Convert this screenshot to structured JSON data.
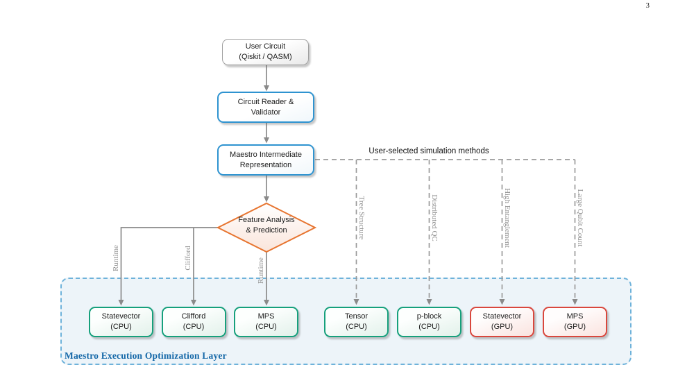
{
  "page_number": "3",
  "flow": {
    "user_circuit": {
      "line1": "User Circuit",
      "line2": "(Qiskit / QASM)"
    },
    "reader": {
      "line1": "Circuit Reader &",
      "line2": "Validator"
    },
    "ir": {
      "line1": "Maestro Intermediate",
      "line2": "Representation"
    },
    "decision": {
      "line1": "Feature Analysis",
      "line2": "& Prediction"
    }
  },
  "dashed_caption": "User-selected simulation methods",
  "edge_labels": {
    "left": [
      "Runtime",
      "Clifford",
      "Runtime"
    ],
    "right": [
      "Tree Structure",
      "Distributed QC",
      "High Entanglement",
      "Large Qubit Count"
    ]
  },
  "backends": [
    {
      "name": "Statevector",
      "unit": "(CPU)",
      "type": "cpu"
    },
    {
      "name": "Clifford",
      "unit": "(CPU)",
      "type": "cpu"
    },
    {
      "name": "MPS",
      "unit": "(CPU)",
      "type": "cpu"
    },
    {
      "name": "Tensor",
      "unit": "(CPU)",
      "type": "cpu"
    },
    {
      "name": "p-block",
      "unit": "(CPU)",
      "type": "cpu"
    },
    {
      "name": "Statevector",
      "unit": "(GPU)",
      "type": "gpu"
    },
    {
      "name": "MPS",
      "unit": "(GPU)",
      "type": "gpu"
    }
  ],
  "container_label": "Maestro Execution Optimization Layer",
  "colors": {
    "blue_border": "#2e93d0",
    "gray_border": "#a0a0a0",
    "orange_border": "#e7742f",
    "green_border": "#16a07c",
    "red_border": "#d9473d",
    "arrow_gray": "#8a8a8a",
    "dashed_gray": "#9a9a9a",
    "rotated_label_gray": "#8e8e8e",
    "container_border_blue": "#6eb2da",
    "container_fill": "#edf4f9",
    "title_blue": "#1568a8"
  }
}
